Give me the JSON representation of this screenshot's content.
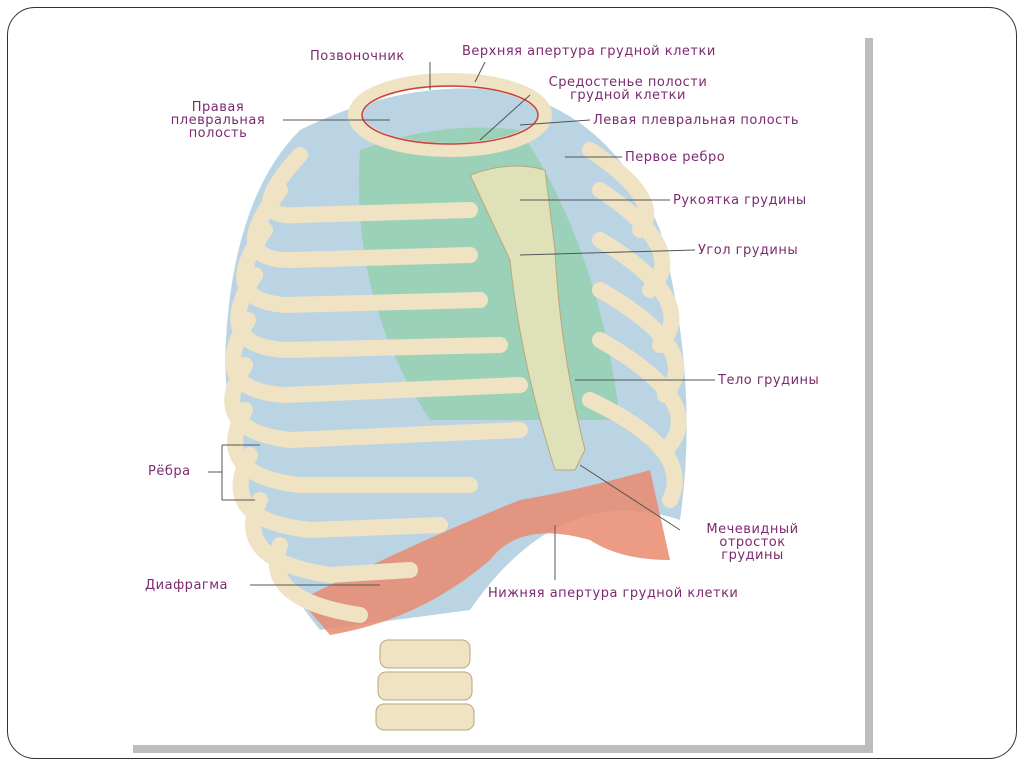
{
  "labels": {
    "spine": "Позвоночник",
    "upper_aperture": "Верхняя апертура грудной клетки",
    "mediastinum_1": "Средостенье полости",
    "mediastinum_2": "грудной клетки",
    "right_pleural_1": "Правая",
    "right_pleural_2": "плевральная",
    "right_pleural_3": "полость",
    "left_pleural": "Левая плевральная полость",
    "first_rib": "Первое ребро",
    "manubrium": "Рукоятка грудины",
    "sternal_angle": "Угол грудины",
    "sternum_body": "Тело грудины",
    "ribs": "Рёбра",
    "xiphoid_1": "Мечевидный",
    "xiphoid_2": "отросток",
    "xiphoid_3": "грудины",
    "diaphragm": "Диафрагма",
    "lower_aperture": "Нижняя апертура грудной клетки"
  },
  "colors": {
    "label": "#7b2a70",
    "bone": "#efe3c4",
    "lung": "#a9c9dd",
    "mediastinum": "#8fd0a6",
    "diaphragm": "#e98a70"
  }
}
